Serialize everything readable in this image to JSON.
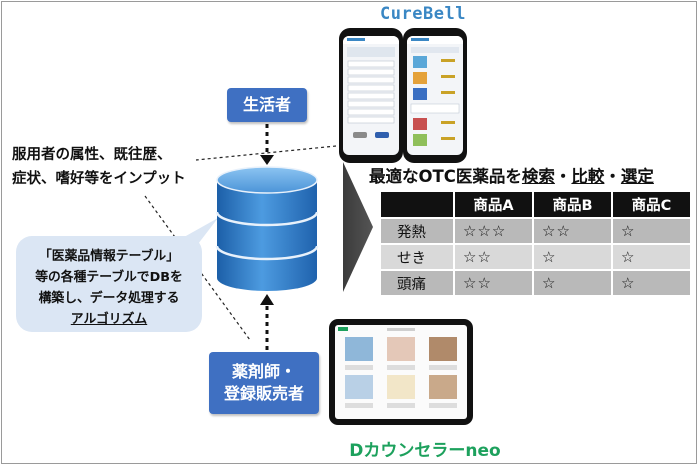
{
  "brand_top": "CureBell",
  "brand_bottom": "Dカウンセラーneo",
  "roles": {
    "consumer": "生活者",
    "pharmacist_line1": "薬剤師・",
    "pharmacist_line2": "登録販売者"
  },
  "input_text": {
    "line1": "服用者の属性、既往歴、",
    "line2": "症状、嗜好等をインプット"
  },
  "bubble": {
    "line1": "「医薬品情報テーブル」",
    "line2": "等の各種テーブルでDBを",
    "line3": "構築し、データ処理する",
    "line4": "アルゴリズム"
  },
  "result": {
    "title_prefix": "最適なOTC医薬品を",
    "title_search": "検索",
    "title_sep1": "・",
    "title_compare": "比較",
    "title_sep2": "・",
    "title_select": "選定"
  },
  "table": {
    "headers": [
      "",
      "商品A",
      "商品B",
      "商品C"
    ],
    "rows": [
      {
        "label": "発熱",
        "cells": [
          "☆☆☆",
          "☆☆",
          "☆"
        ]
      },
      {
        "label": "せき",
        "cells": [
          "☆☆",
          "☆",
          "☆"
        ]
      },
      {
        "label": "頭痛",
        "cells": [
          "☆☆",
          "☆",
          "☆"
        ]
      }
    ]
  },
  "colors": {
    "role_box": "#3f70c2",
    "brand_top": "#3a87c4",
    "brand_bottom": "#1da15d",
    "bubble": "#dbe6f4",
    "database": "#2f78c4",
    "table_header": "#111111",
    "table_row_odd": "#b9b9b9",
    "table_row_even": "#d9d9d9"
  },
  "icons": {
    "database": "database-cylinder-icon",
    "arrow": "chevron-right-arrow-icon"
  }
}
